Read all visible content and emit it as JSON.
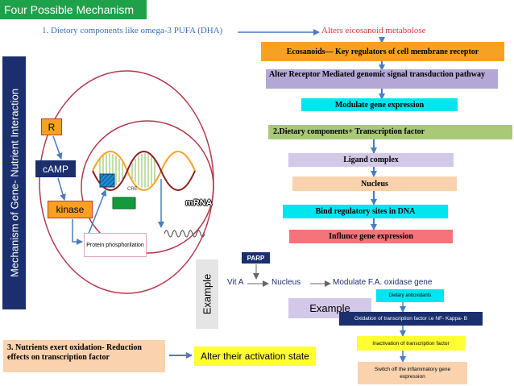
{
  "title": "Four Possible Mechanism",
  "side_label": "Mechanism of Gene- Nutrient Interaction",
  "mechanism1": {
    "header": "1. Dietory components like omega-3 PUFA (DHA)",
    "result": "Alters eicosanoid metabolose",
    "box1": "Ecosanoids— Key regulators of cell membrane receptor",
    "box2": "Alter Receptor Mediated genomic signal transduction pathway",
    "box3": "Modulate gene expression"
  },
  "mechanism2": {
    "header": "2.Dietary components+ Transcription factor",
    "box1": "Ligand complex",
    "box2": "Nucleus",
    "box3": "Bind regulatory sites in DNA",
    "box4": "Influnce gene expression"
  },
  "cell": {
    "r_label": "R",
    "camp_label": "cAMP",
    "kinase_label": "kinase",
    "cre_label": "CRE",
    "protein_label": "Protein phosphorilation",
    "mrna_label": "mRNA"
  },
  "example1": {
    "vertical_label": "Example",
    "parp": "PARP",
    "vita": "Vit A",
    "nucleus": "Nucleus",
    "modulate": "Modulate F.A. oxidase gene"
  },
  "example2": {
    "label": "Example",
    "box1": "Dietary antioxidants",
    "box2": "Oxidation of transcription factor i.e NF- Kappa- B",
    "box3": "Inactivation of transcription factor",
    "box4": "Switch off the inflammatory gene expression"
  },
  "mechanism3": {
    "text": "3. Nutrients exert oxidation- Reduction effects on transcription factor",
    "result": "Alter their activation state"
  },
  "colors": {
    "green": "#1fa14a",
    "navy": "#1b2f6e",
    "orange": "#f7a122",
    "lavender": "#b4a7d6",
    "cyan": "#00e5ee",
    "olive": "#a9c878",
    "peach": "#fad2ad",
    "salmon": "#f4747a",
    "pink_ring": "#b03a4c",
    "blue_arrow": "#4a7cc0"
  }
}
